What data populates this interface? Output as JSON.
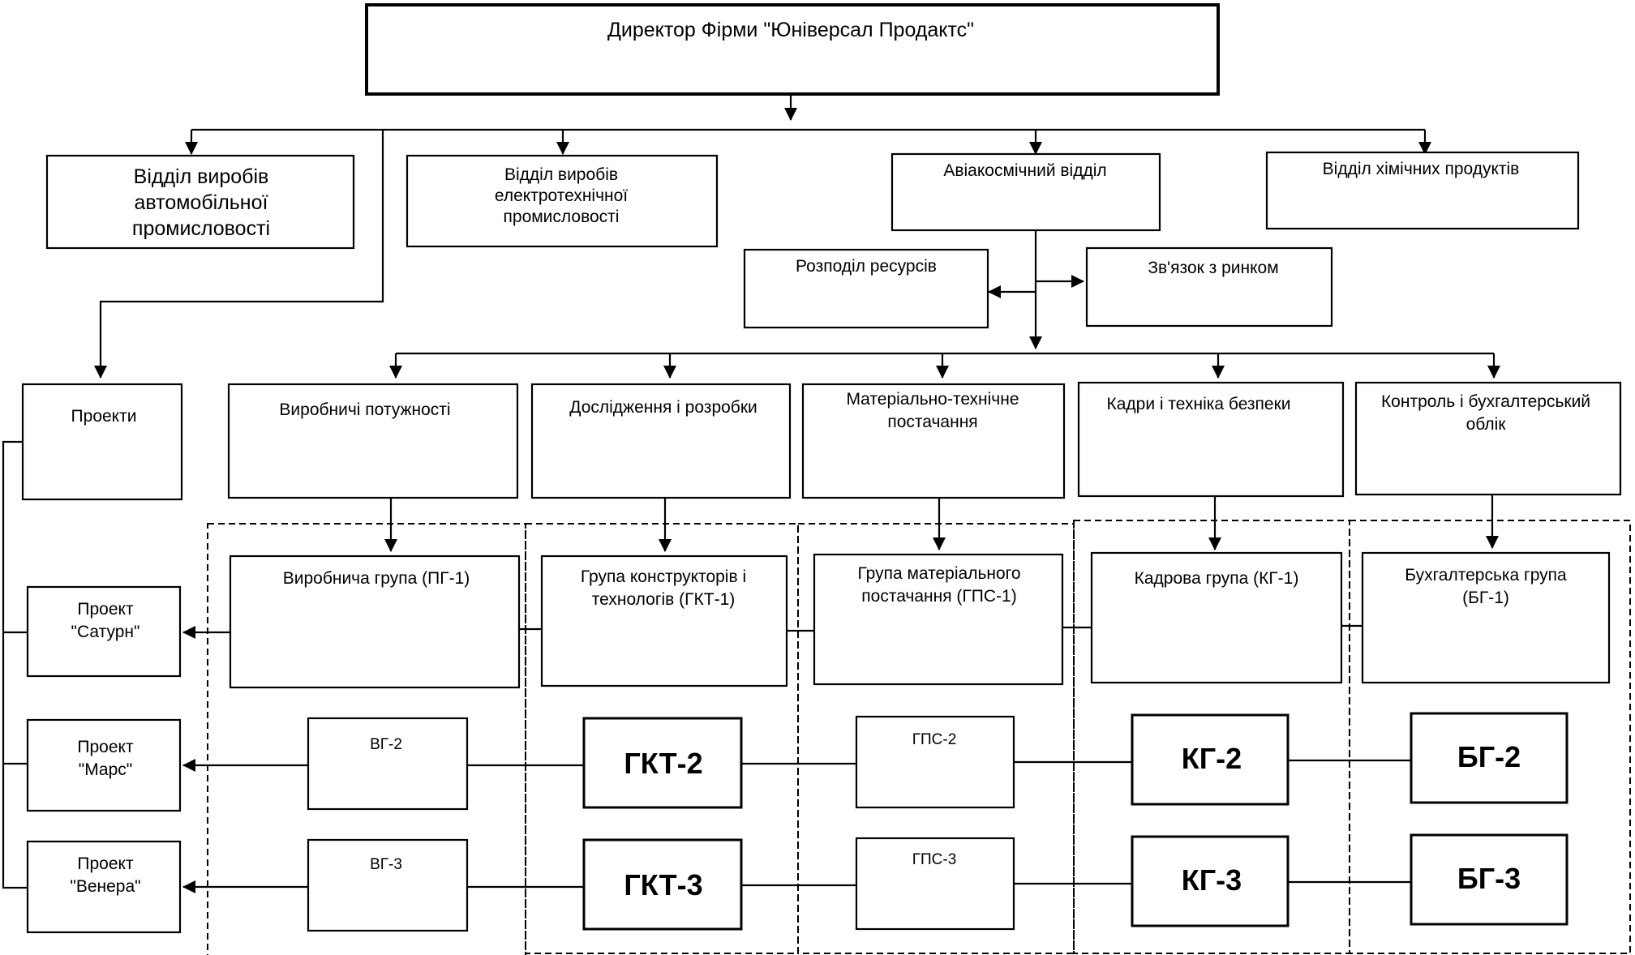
{
  "director": "Директор Фірми \"Юніверсал Продактс\"",
  "divisions": {
    "auto": [
      "Відділ виробів",
      "автомобільної",
      "промисловості"
    ],
    "electro": [
      "Відділ виробів",
      "електротехнічної",
      "промисловості"
    ],
    "aero": "Авіакосмічний відділ",
    "chem": "Відділ хімічних продуктів"
  },
  "aero_staff": {
    "resources": "Розподіл ресурсів",
    "market": "Зв'язок з ринком"
  },
  "projects": {
    "header": "Проекти",
    "saturn": [
      "Проект",
      "\"Сатурн\""
    ],
    "mars": [
      "Проект",
      "\"Марс\""
    ],
    "venus": [
      "Проект",
      "\"Венера\""
    ]
  },
  "functions": {
    "production": [
      "Виробничі потужності"
    ],
    "rnd": [
      "Дослідження і розробки"
    ],
    "supply": [
      "Матеріально-технічне",
      "постачання"
    ],
    "hr": [
      "Кадри і техніка безпеки"
    ],
    "accounting": [
      "Контроль і бухгалтерський",
      "облік"
    ]
  },
  "groups_row1": {
    "production": [
      "Виробнича група (ПГ-1)"
    ],
    "rnd": [
      "Група конструкторів і",
      "технологів (ГКТ-1)"
    ],
    "supply": [
      "Група матеріального",
      "постачання (ГПС-1)"
    ],
    "hr": [
      "Кадрова група (КГ-1)"
    ],
    "accounting": [
      "Бухгалтерська група",
      "(БГ-1)"
    ]
  },
  "groups_row2": {
    "production": "ВГ-2",
    "rnd": "ГКТ-2",
    "supply": "ГПС-2",
    "hr": "КГ-2",
    "accounting": "БГ-2"
  },
  "groups_row3": {
    "production": "ВГ-3",
    "rnd": "ГКТ-3",
    "supply": "ГПС-3",
    "hr": "КГ-3",
    "accounting": "БГ-3"
  }
}
